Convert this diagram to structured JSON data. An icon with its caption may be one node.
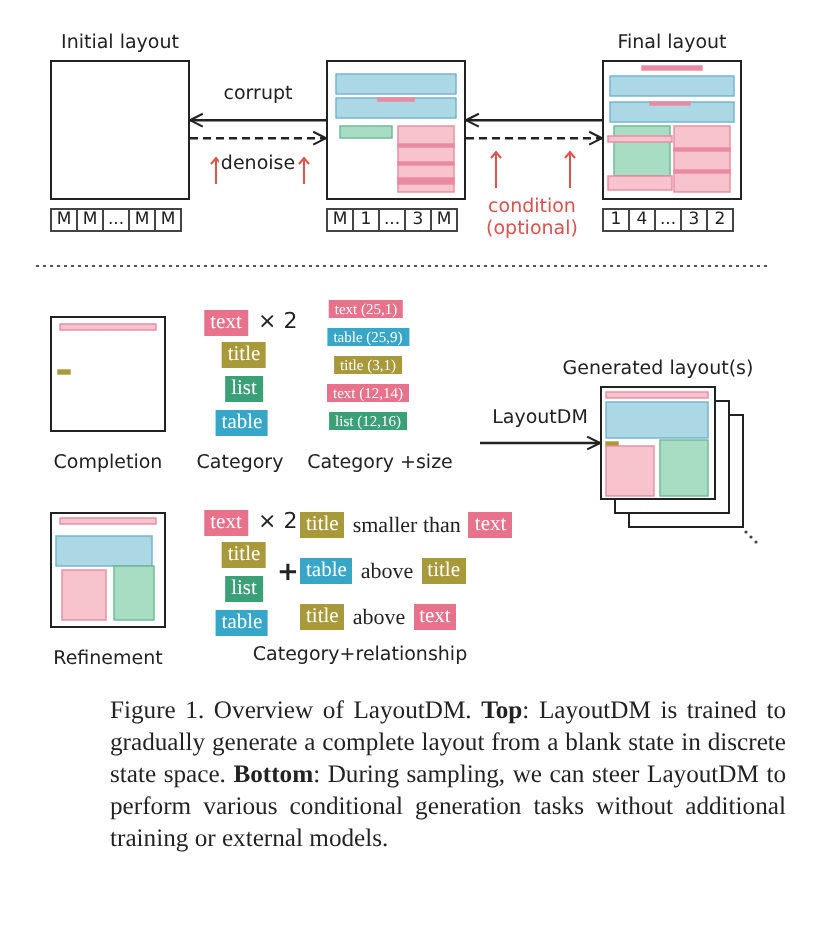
{
  "diagram": {
    "caption": "Figure 1. Overview of LayoutDM. **Top**: LayoutDM is trained to gradually generate a complete layout from a blank state in discrete state space. **Bottom**: During sampling, we can steer LayoutDM to perform various conditional generation tasks without additional training or external models.",
    "nodes": [
      {
        "text": [
          "Initial layout"
        ]
      },
      {
        "text": [],
        "shape": "box"
      },
      {
        "text": [
          "Final layout"
        ]
      },
      {
        "text": [
          "Completion"
        ]
      },
      {
        "text": [
          "text"
        ],
        "beside": [
          "× 2"
        ]
      },
      {
        "text": [
          "title"
        ]
      },
      {
        "text": [
          "list"
        ]
      },
      {
        "text": [
          "table"
        ]
      },
      {
        "text": [
          "text (25,1)"
        ]
      },
      {
        "text": [
          "table (25,9)"
        ]
      },
      {
        "text": [
          "title (3,1)"
        ]
      },
      {
        "text": [
          "text (12,14)"
        ]
      },
      {
        "text": [
          "list (12,16)"
        ]
      },
      {
        "text": [
          "Generated layout(s)"
        ]
      },
      {
        "text": [
          "Refinement"
        ]
      },
      {
        "text": [
          "text"
        ],
        "beside": [
          "× 2"
        ]
      },
      {
        "text": [
          "title"
        ]
      },
      {
        "text": [
          "list"
        ]
      },
      {
        "text": [
          "table"
        ]
      },
      {
        "text": [
          "title"
        ]
      },
      {
        "text": [
          "text"
        ]
      },
      {
        "text": [
          "table"
        ]
      },
      {
        "text": [
          "title"
        ]
      },
      {
        "text": [
          "title"
        ]
      },
      {
        "text": [
          "text"
        ]
      }
    ],
    "edges": [
      {
        "from": 1,
        "to": 0,
        "arrow": "to",
        "label": "corrupt"
      },
      {
        "from": 0,
        "to": 1,
        "arrow": "to",
        "style": "dashed",
        "label": "denoise"
      },
      {
        "from": 2,
        "to": 1,
        "arrow": "to"
      },
      {
        "from": 1,
        "to": 2,
        "arrow": "to",
        "style": "dashed"
      },
      {
        "from": null,
        "to": 13,
        "arrow": "to",
        "label": "LayoutDM"
      }
    ],
    "labels": [
      "M",
      "M",
      "...",
      "M",
      "M",
      "M",
      "1",
      "...",
      "3",
      "M",
      "1",
      "4",
      "...",
      "3",
      "2",
      "condition (optional)",
      "Category",
      "Category +size",
      "smaller than",
      "above",
      "above",
      "+",
      "Category+relationship"
    ]
  }
}
